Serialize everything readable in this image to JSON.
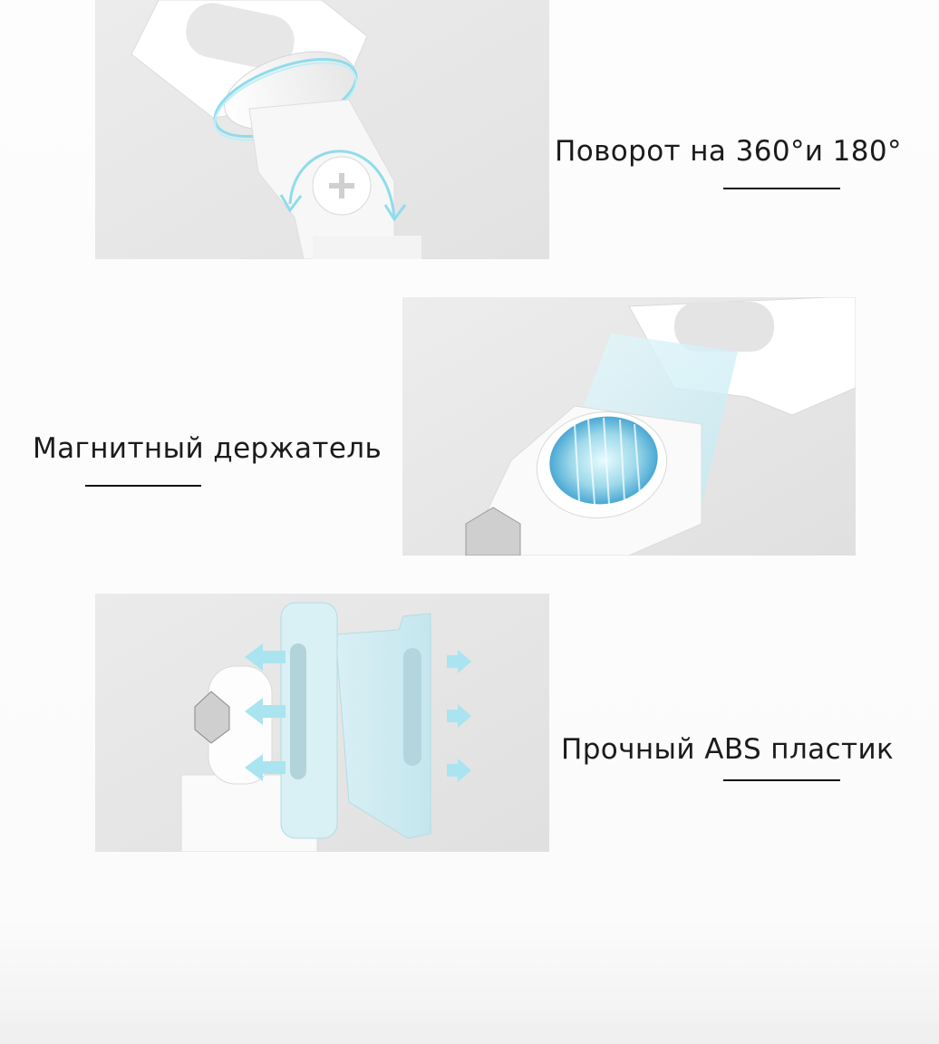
{
  "features": [
    {
      "caption": "Поворот на 360°и 180°",
      "image_label": "swivel-joint-rotation"
    },
    {
      "caption": "Магнитный держатель",
      "image_label": "magnetic-holder"
    },
    {
      "caption": "Прочный ABS пластик",
      "image_label": "abs-plastic-clamp"
    }
  ],
  "colors": {
    "panel_background": "#e9e9e9",
    "accent_cyan": "#8fdcec",
    "clamp_blue": "#d7eef3",
    "text": "#1b1b1b"
  }
}
